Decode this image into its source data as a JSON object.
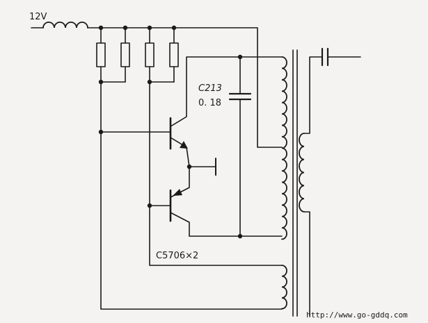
{
  "labels": {
    "supply": "12V",
    "capacitor_ref": "C213",
    "capacitor_value": "0. 18",
    "transistors": "C5706×2",
    "watermark": "http://www.go-gddq.com"
  }
}
